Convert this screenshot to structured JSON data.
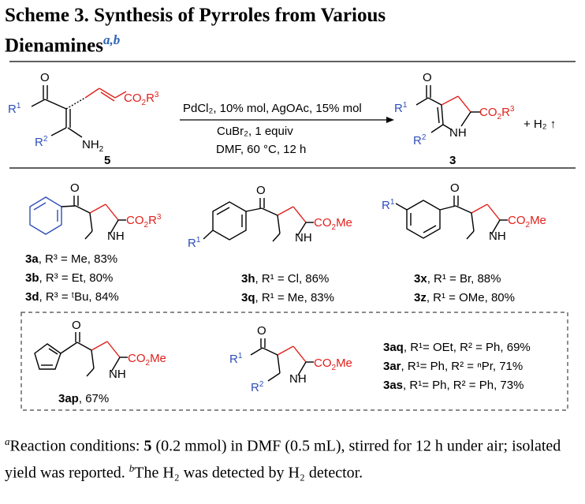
{
  "title": {
    "scheme_label": "Scheme 3. Synthesis of Pyrroles from Various",
    "line2": "Dienamines",
    "superscript": "a,b"
  },
  "reaction": {
    "starting_material_label": "5",
    "product_label": "3",
    "reagent_line1": "PdCl₂, 10% mol, AgOAc, 15% mol",
    "reagent_line2": "CuBr₂, 1 equiv",
    "reagent_line3": "DMF, 60 °C, 12 h",
    "byproduct": "+ H₂ ↑"
  },
  "products": [
    {
      "id": "3a",
      "desc": ", R³ = Me, 83%"
    },
    {
      "id": "3b",
      "desc": ", R³ = Et, 80%"
    },
    {
      "id": "3d",
      "desc": ", R³ = ᵗBu, 84%"
    },
    {
      "id": "3h",
      "desc": ", R¹ = Cl, 86%"
    },
    {
      "id": "3q",
      "desc": ", R¹ = Me, 83%"
    },
    {
      "id": "3x",
      "desc": ", R¹ = Br, 88%"
    },
    {
      "id": "3z",
      "desc": ", R¹ = OMe, 80%"
    },
    {
      "id": "3ap",
      "desc": ", 67%"
    },
    {
      "id": "3aq",
      "desc": ", R¹= OEt, R² = Ph, 69%"
    },
    {
      "id": "3ar",
      "desc": ", R¹= Ph, R² = ⁿPr, 71%"
    },
    {
      "id": "3as",
      "desc": ", R¹= Ph, R² = Ph, 73%"
    }
  ],
  "footnote": {
    "a_mark": "a",
    "a_text_1": "Reaction conditions: ",
    "a_bold": "5",
    "a_text_2": " (0.2 mmol) in DMF (0.5 mL), stirred for 12 h under air; isolated yield was reported. ",
    "b_mark": "b",
    "b_text": "The H₂ was detected by H₂ detector."
  },
  "colors": {
    "accent_blue": "#2e4fb8",
    "accent_red": "#e0201b",
    "title_super": "#2e63b8"
  }
}
